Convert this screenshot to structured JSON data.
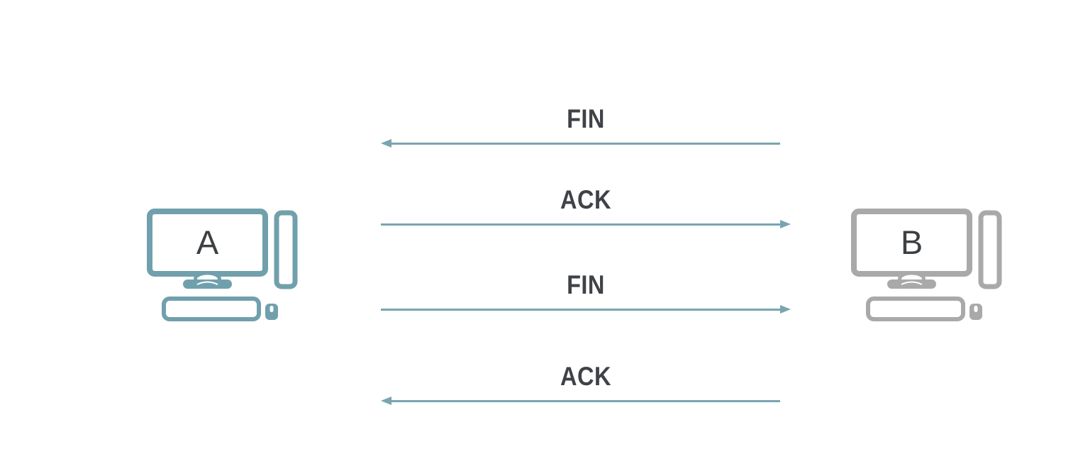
{
  "diagram": {
    "type": "sequence",
    "background": "#ffffff",
    "nodes": [
      {
        "id": "A",
        "label": "A",
        "color": "#6fa0ab",
        "side": "left"
      },
      {
        "id": "B",
        "label": "B",
        "color": "#a9a9a9",
        "side": "right"
      }
    ],
    "messages": [
      {
        "label": "FIN",
        "from": "B",
        "to": "A",
        "direction": "left"
      },
      {
        "label": "ACK",
        "from": "A",
        "to": "B",
        "direction": "right"
      },
      {
        "label": "FIN",
        "from": "A",
        "to": "B",
        "direction": "right"
      },
      {
        "label": "ACK",
        "from": "B",
        "to": "A",
        "direction": "left"
      }
    ],
    "colors": {
      "arrow": "#78a5b0",
      "message_text": "#3f4347",
      "node_a_accent": "#6fa0ab",
      "node_b_accent": "#a9a9a9",
      "node_letter": "#3c4043"
    }
  }
}
